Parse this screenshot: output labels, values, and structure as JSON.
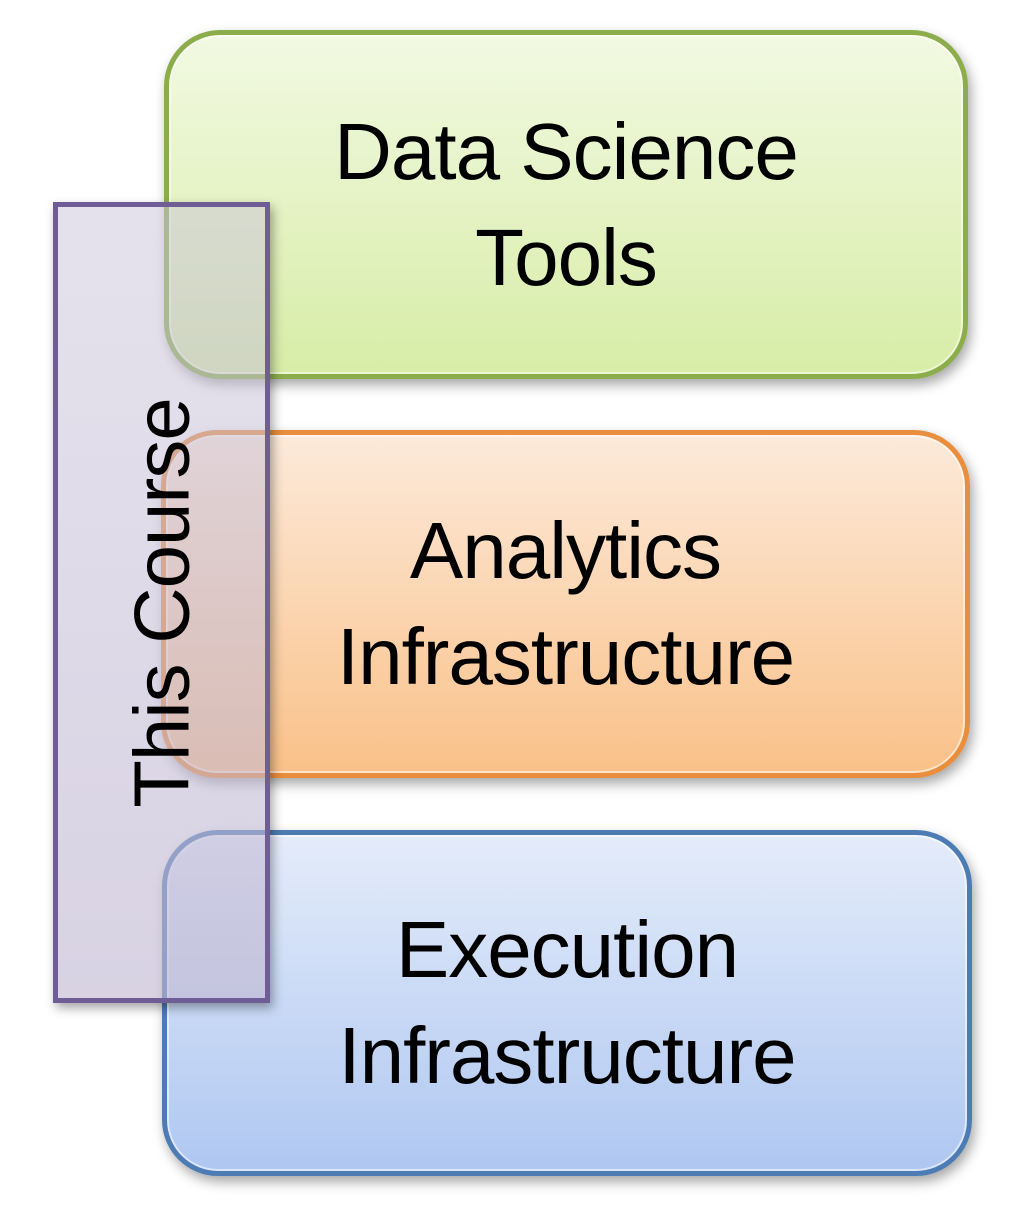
{
  "diagram": {
    "title": "Course scope stack diagram",
    "boxes": [
      {
        "id": "data-science-tools",
        "lines": [
          "Data Science",
          "Tools"
        ]
      },
      {
        "id": "analytics-infrastructure",
        "lines": [
          "Analytics",
          "Infrastructure"
        ]
      },
      {
        "id": "execution-infrastructure",
        "lines": [
          "Execution",
          "Infrastructure"
        ]
      }
    ],
    "overlay": {
      "label": "This Course"
    }
  },
  "colors": {
    "background": "#FFFFFF",
    "text": "#000000",
    "box1_border": "#8BAD4B",
    "box1_top": "#F2F9E2",
    "box1_bottom": "#D7EDA7",
    "box2_border": "#E98E3C",
    "box2_top": "#FCEADA",
    "box2_bottom": "#FAC189",
    "box3_border": "#4D7CB5",
    "box3_top": "#E4ECFA",
    "box3_bottom": "#AFC7F1",
    "overlay_border": "#6F5D96",
    "overlay_fill": "rgba(196,189,212,0.55)"
  }
}
